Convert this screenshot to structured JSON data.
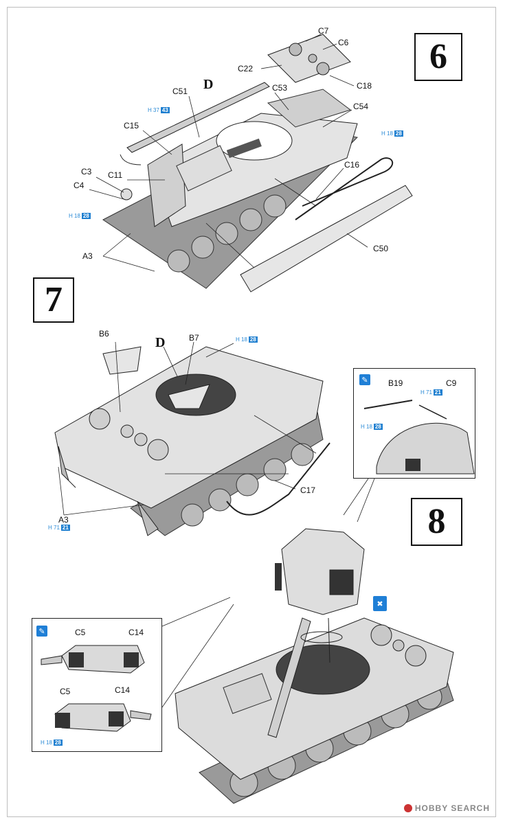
{
  "steps": {
    "six": "6",
    "seven": "7",
    "eight": "8"
  },
  "step6": {
    "d_mark": "D",
    "parts": {
      "c7": "C7",
      "c6": "C6",
      "c22": "C22",
      "c18": "C18",
      "c51": "C51",
      "c53": "C53",
      "c54": "C54",
      "c15": "C15",
      "c3": "C3",
      "c11": "C11",
      "c4": "C4",
      "c16": "C16",
      "a3": "A3",
      "c50": "C50"
    },
    "paints": [
      {
        "prefix": "H",
        "num": "37",
        "code": "43"
      },
      {
        "prefix": "H",
        "num": "18",
        "code": "28"
      },
      {
        "prefix": "H",
        "num": "18",
        "code": "28"
      }
    ]
  },
  "step7": {
    "d_mark": "D",
    "parts": {
      "b6": "B6",
      "b7": "B7",
      "c17": "C17",
      "a3": "A3"
    },
    "paints": [
      {
        "prefix": "H",
        "num": "18",
        "code": "28"
      },
      {
        "prefix": "H",
        "num": "71",
        "code": "21"
      }
    ]
  },
  "step8": {
    "inset_top": {
      "parts": {
        "b19": "B19",
        "c9": "C9"
      },
      "paints": [
        {
          "prefix": "H",
          "num": "71",
          "code": "21"
        },
        {
          "prefix": "H",
          "num": "18",
          "code": "28"
        }
      ]
    },
    "inset_left": {
      "parts": {
        "c5a": "C5",
        "c14a": "C14",
        "c5b": "C5",
        "c14b": "C14"
      },
      "paints": [
        {
          "prefix": "H",
          "num": "18",
          "code": "28"
        }
      ]
    }
  },
  "watermark": "HOBBY SEARCH",
  "colors": {
    "paint_blue": "#1e7fd0",
    "line": "#222222",
    "model_gray": "#d9d9d9"
  }
}
